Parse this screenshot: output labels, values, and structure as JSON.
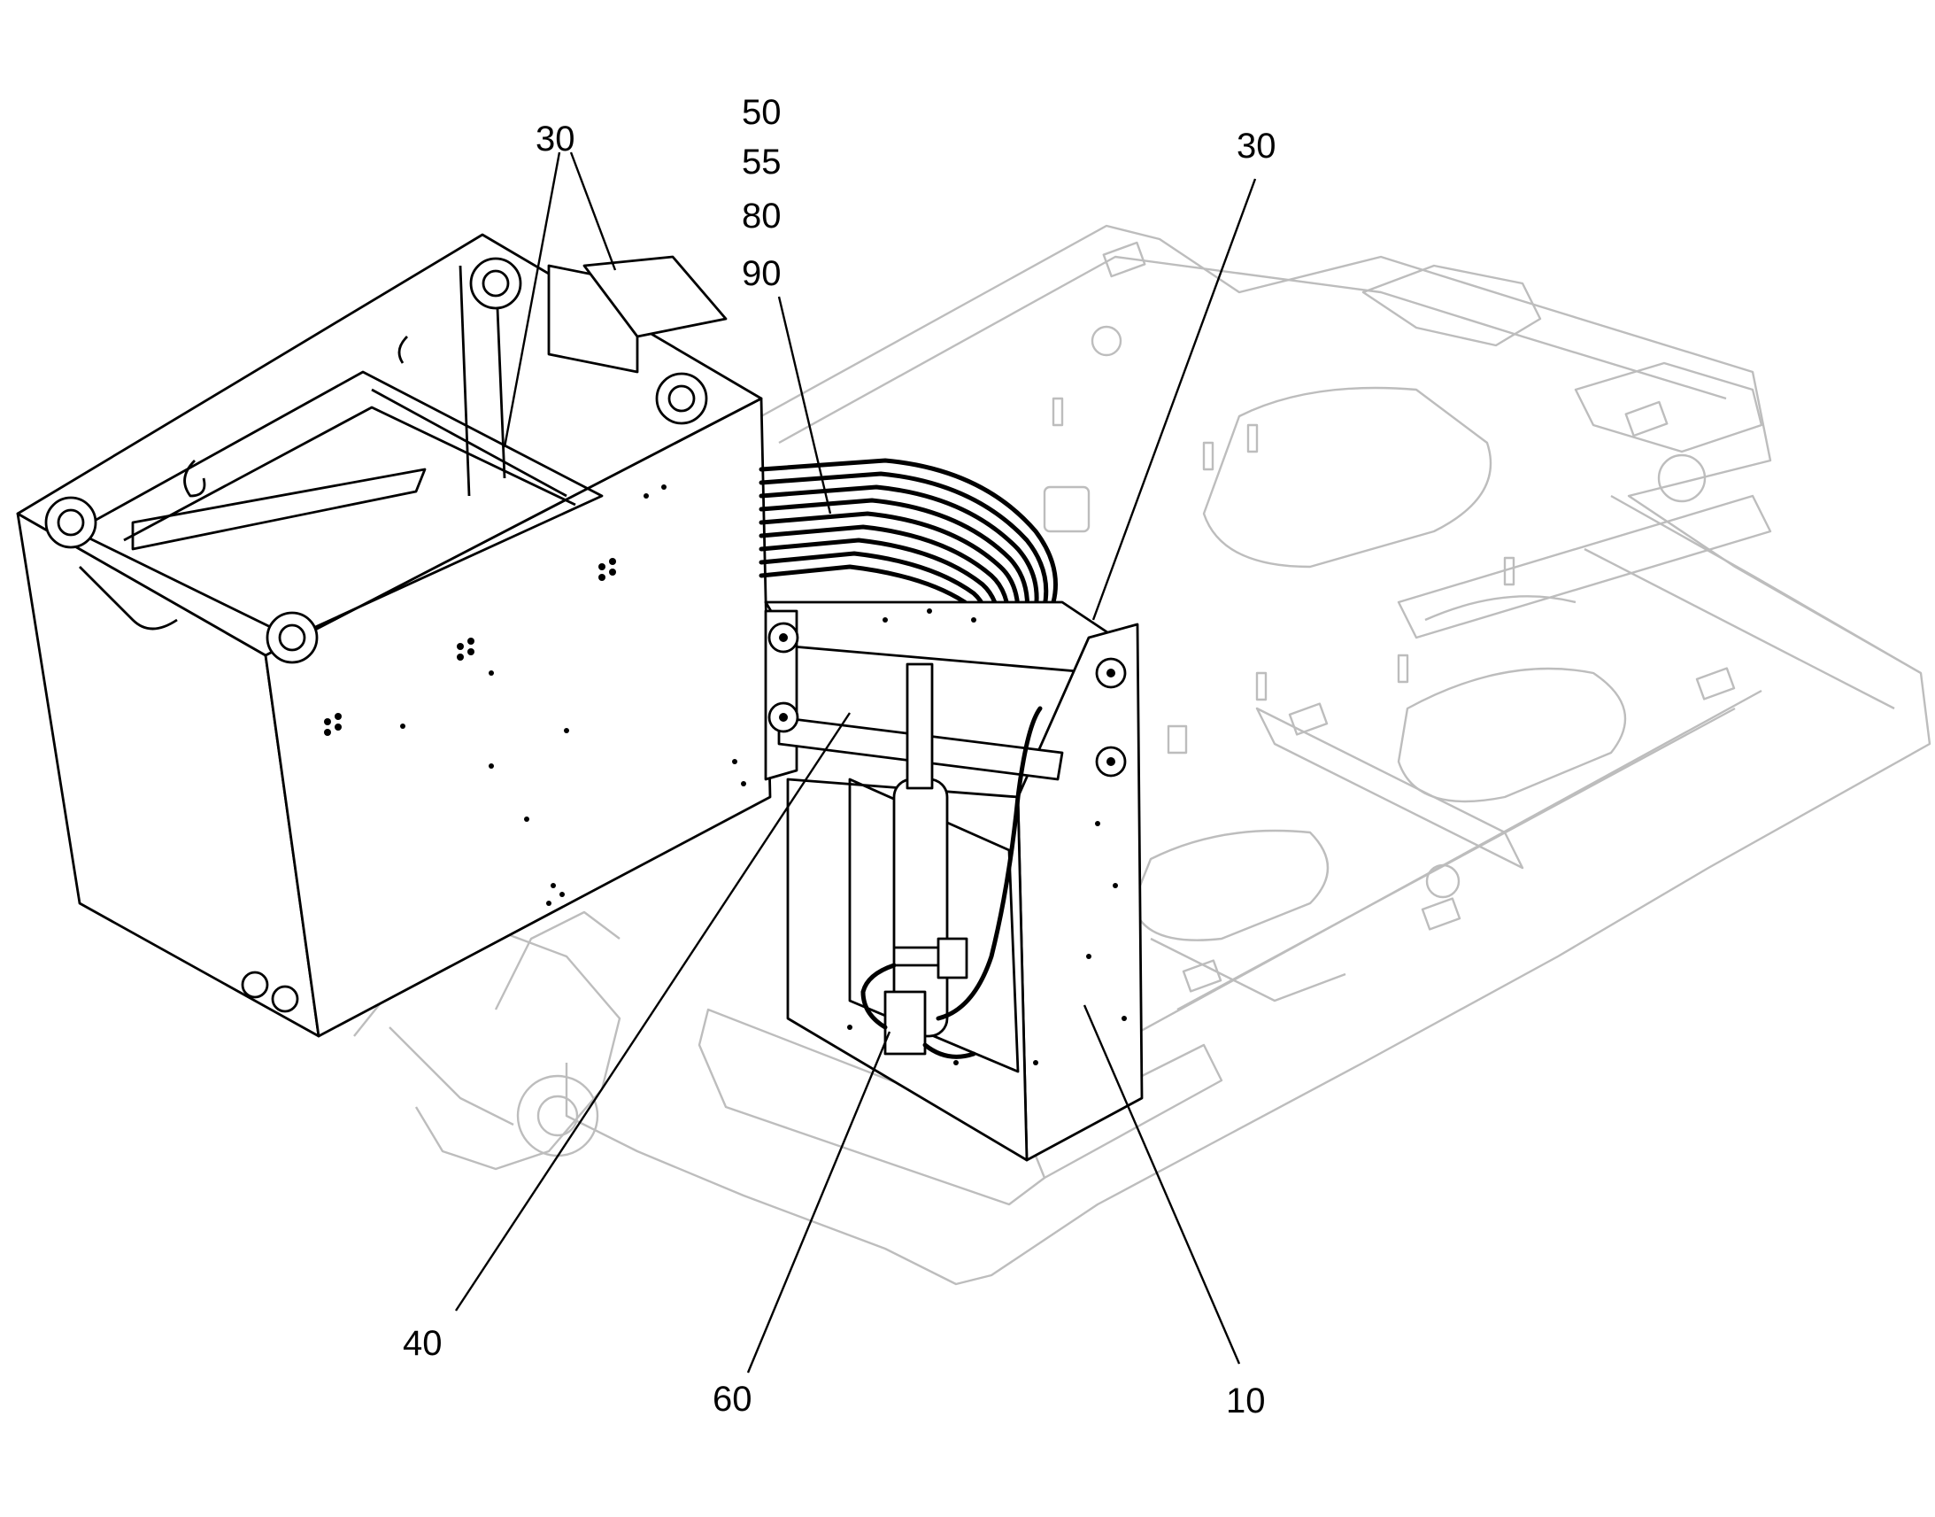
{
  "diagram": {
    "callouts": [
      {
        "id": "c30-left",
        "label": "30"
      },
      {
        "id": "c50",
        "label": "50"
      },
      {
        "id": "c55",
        "label": "55"
      },
      {
        "id": "c80",
        "label": "80"
      },
      {
        "id": "c90",
        "label": "90"
      },
      {
        "id": "c30-right",
        "label": "30"
      },
      {
        "id": "c40",
        "label": "40"
      },
      {
        "id": "c60",
        "label": "60"
      },
      {
        "id": "c10",
        "label": "10"
      }
    ]
  }
}
